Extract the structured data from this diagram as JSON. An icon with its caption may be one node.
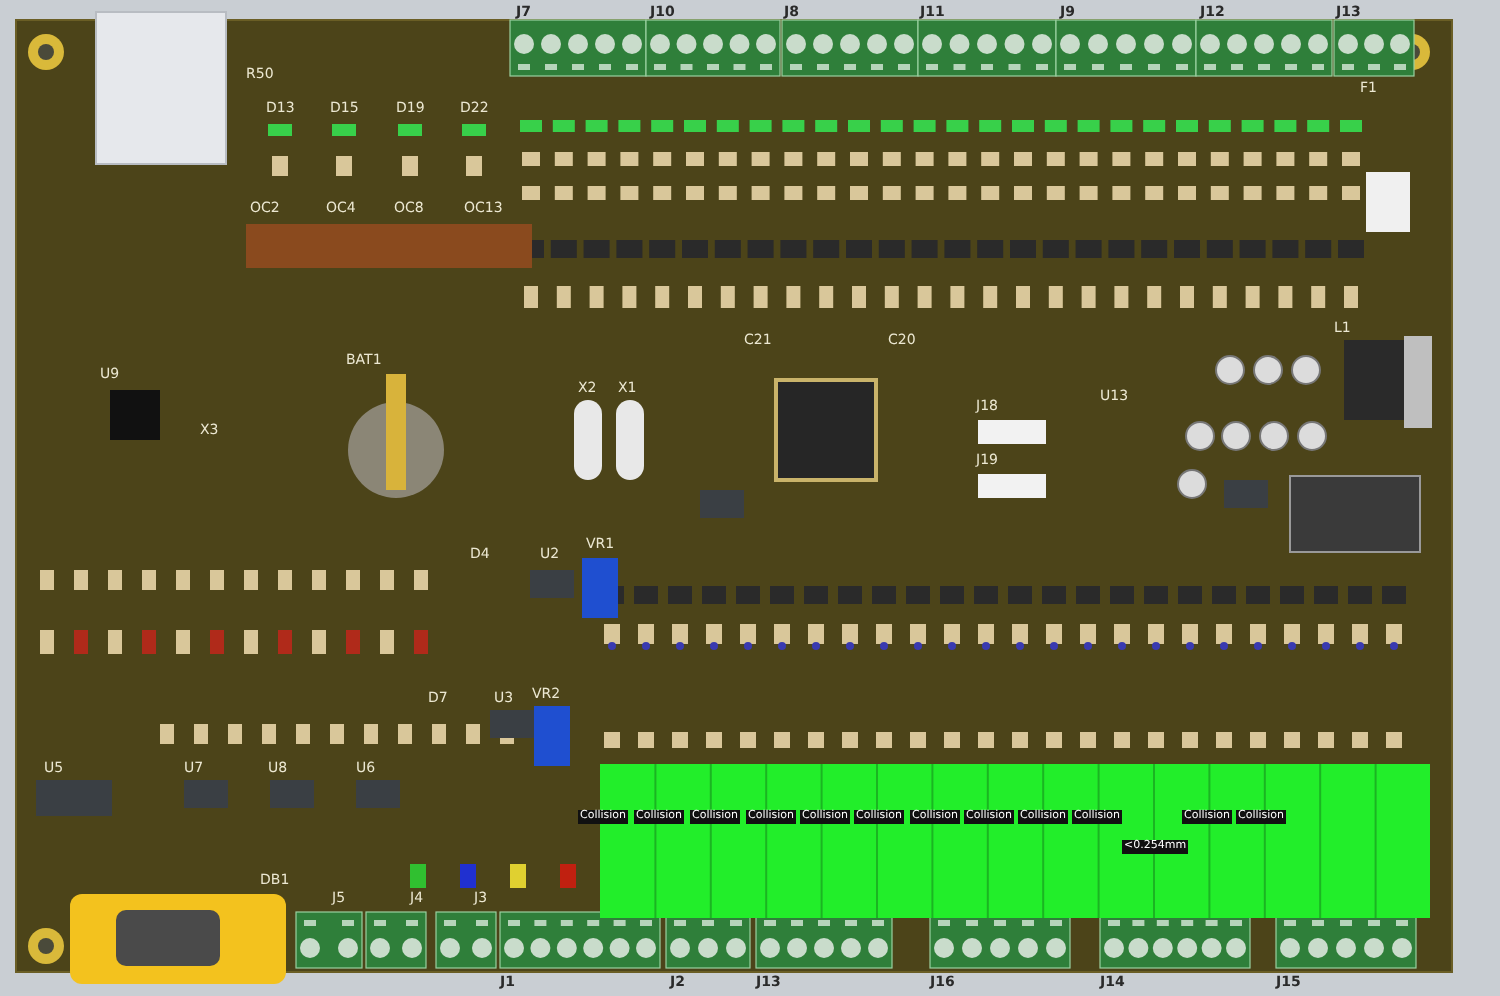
{
  "diagram": {
    "labels": [
      "J7",
      "J10",
      "J8",
      "J11",
      "J9",
      "J12",
      "J13",
      "R50",
      "D13",
      "D15",
      "D19",
      "D22",
      "F1",
      "OC2",
      "OC4",
      "OC8",
      "OC13",
      "BAT1",
      "U9",
      "X3",
      "X2",
      "X1",
      "C21",
      "C20",
      "J18",
      "J19",
      "U13",
      "L1",
      "D4",
      "U2",
      "VR1",
      "D7",
      "U3",
      "VR2",
      "U5",
      "U7",
      "U8",
      "U6",
      "Collision",
      "Collision",
      "Collision",
      "Collision",
      "Collision",
      "Collision",
      "Collision",
      "Collision",
      "Collision",
      "Collision",
      "Collision",
      "Collision",
      "<0.254mm",
      "DB1",
      "J5",
      "J4",
      "J3",
      "J1",
      "J2",
      "J13",
      "J16",
      "J14",
      "J15"
    ]
  }
}
